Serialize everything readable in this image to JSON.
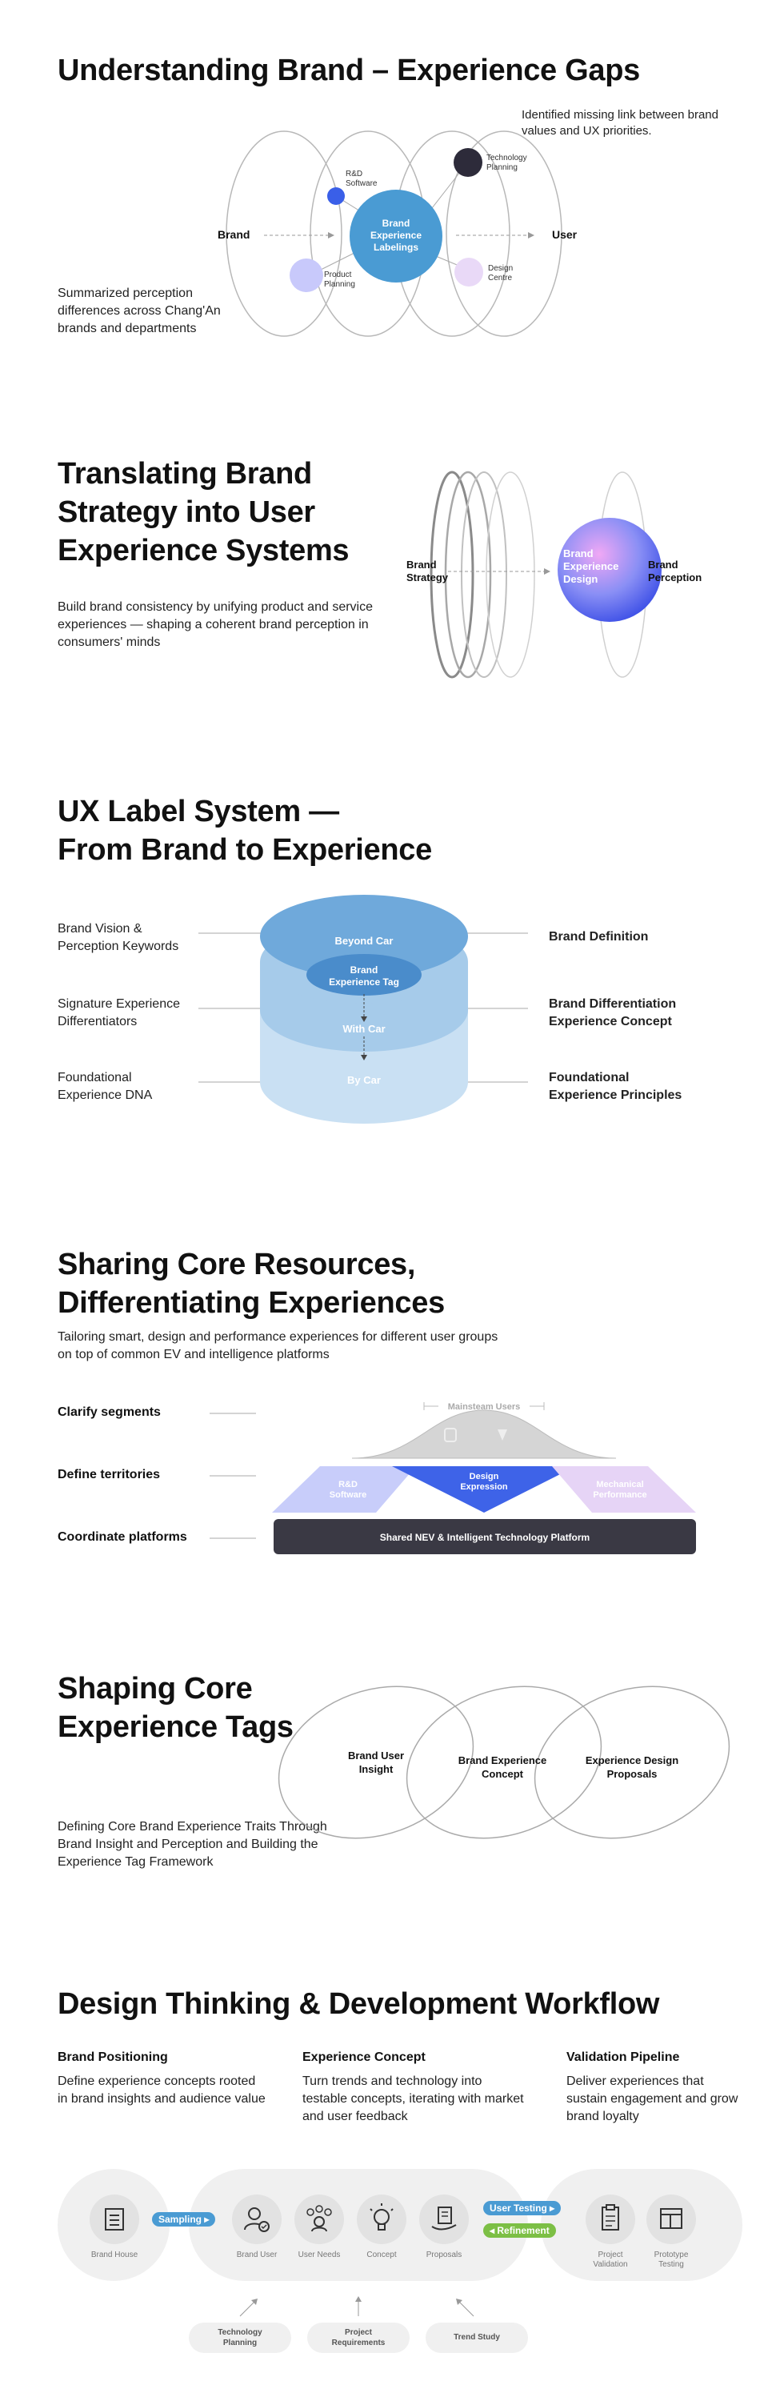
{
  "s1": {
    "title": "Understanding Brand – Experience Gaps",
    "note_right": "Identified missing link between brand values and UX priorities.",
    "note_left": "Summarized perception differences across Chang'An brands and departments",
    "brand": "Brand",
    "user": "User",
    "center": [
      "Brand",
      "Experience",
      "Labelings"
    ],
    "rd": [
      "R&D",
      "Software"
    ],
    "tech": [
      "Technology",
      "Planning"
    ],
    "product": [
      "Product",
      "Planning"
    ],
    "design": [
      "Design",
      "Centre"
    ],
    "colors": {
      "center": "#4a9bd3",
      "rd": "#3a5fe8",
      "tech": "#2d2b3a",
      "product": "#c8c9fb",
      "design": "#e9d9f7"
    }
  },
  "s2": {
    "title": "Translating Brand Strategy into User Experience Systems",
    "body": "Build brand consistency by unifying product and service experiences — shaping a coherent brand perception in consumers' minds",
    "strategy": [
      "Brand",
      "Strategy"
    ],
    "perception": [
      "Brand",
      "Perception"
    ],
    "design": [
      "Brand",
      "Experience",
      "Design"
    ]
  },
  "s3": {
    "title_l1": "UX Label System —",
    "title_l2": "From Brand to Experience",
    "left": [
      [
        "Brand Vision &",
        "Perception Keywords"
      ],
      [
        "Signature Experience",
        "Differentiators"
      ],
      [
        "Foundational",
        "Experience DNA"
      ]
    ],
    "right": [
      [
        "Brand Definition"
      ],
      [
        "Brand Differentiation",
        "Experience Concept"
      ],
      [
        "Foundational",
        "Experience Principles"
      ]
    ],
    "layers": {
      "top": "Beyond Car",
      "tag": [
        "Brand",
        "Experience Tag"
      ],
      "mid": "With Car",
      "bot": "By Car"
    }
  },
  "s4": {
    "title_l1": "Sharing Core Resources,",
    "title_l2": "Differentiating Experiences",
    "body": "Tailoring smart, design and performance experiences for different user groups on top of common EV and intelligence platforms",
    "labels": [
      "Clarify segments",
      "Define territories",
      "Coordinate platforms"
    ],
    "mainstream": "Mainsteam Users",
    "rd": [
      "R&D",
      "Software"
    ],
    "design": [
      "Design",
      "Expression"
    ],
    "mech": [
      "Mechanical",
      "Performance"
    ],
    "platform": "Shared NEV & Intelligent Technology Platform"
  },
  "s5": {
    "title_l1": "Shaping Core",
    "title_l2": "Experience Tags",
    "body": "Defining Core Brand Experience Traits Through Brand Insight and Perception and Building the Experience Tag Framework",
    "ovals": [
      [
        "Brand User",
        "Insight"
      ],
      [
        "Brand Experience",
        "Concept"
      ],
      [
        "Experience Design",
        "Proposals"
      ]
    ]
  },
  "s6": {
    "title": "Design Thinking & Development Workflow",
    "cols": [
      {
        "head": "Brand Positioning",
        "text": "Define experience concepts rooted in brand insights and audience value"
      },
      {
        "head": "Experience Concept",
        "text": "Turn trends and technology into testable concepts, iterating with market and user feedback"
      },
      {
        "head": "Validation Pipeline",
        "text": "Deliver experiences that sustain engagement and grow brand loyalty"
      }
    ],
    "icons": {
      "brand_house": "Brand House",
      "brand_user": "Brand User",
      "user_needs": "User Needs",
      "concept": "Concept",
      "proposals": "Proposals",
      "project_validation": [
        "Project",
        "Validation"
      ],
      "prototype_testing": [
        "Prototype",
        "Testing"
      ]
    },
    "sampling": "Sampling ▸",
    "user_testing": "User Testing ▸",
    "refinement": "◂ Refinement",
    "bottom": [
      [
        "Technology",
        "Planning"
      ],
      [
        "Project",
        "Requirements"
      ],
      [
        "Trend Study"
      ]
    ],
    "colors": {
      "blue_tag": "#4a9bd3",
      "green_tag": "#7cbf45"
    }
  }
}
